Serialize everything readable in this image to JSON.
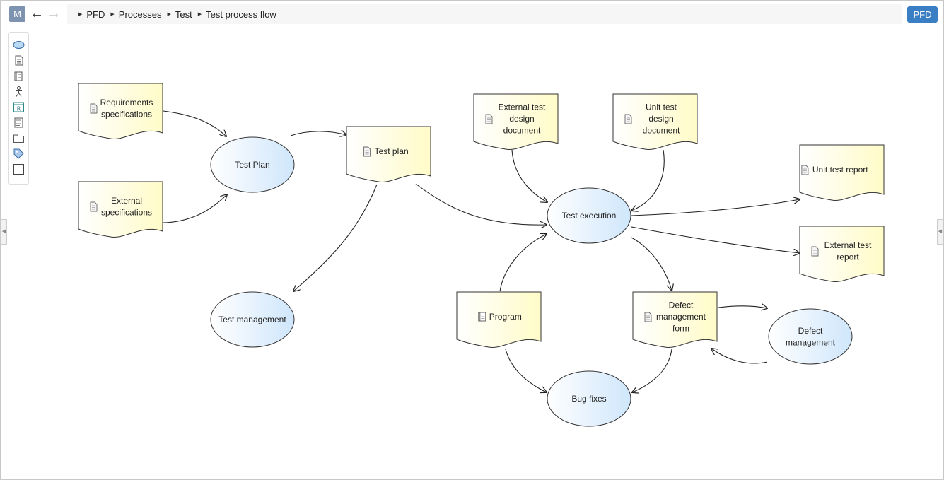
{
  "header": {
    "menu_button": "M",
    "back_icon": "arrow-left-icon",
    "forward_icon": "arrow-right-icon",
    "breadcrumbs": [
      "PFD",
      "Processes",
      "Test",
      "Test process flow"
    ],
    "mode_button": "PFD"
  },
  "palette": {
    "tools": [
      "process-ellipse-icon",
      "document-icon",
      "multi-document-icon",
      "actor-icon",
      "requirement-icon",
      "note-icon",
      "folder-icon",
      "tag-icon",
      "rectangle-icon"
    ]
  },
  "colors": {
    "process_fill": "#e0f0fc",
    "document_fill": "#fffed8",
    "accent": "#3a7fc3"
  },
  "diagram": {
    "processes": {
      "test_plan_process": [
        "Test Plan"
      ],
      "test_management": [
        "Test management"
      ],
      "test_execution": [
        "Test execution"
      ],
      "bug_fixes": [
        "Bug fixes"
      ],
      "defect_management": [
        "Defect",
        "management"
      ]
    },
    "documents": {
      "requirements_specs": [
        "Requirements",
        "specifications"
      ],
      "external_specs": [
        "External",
        "specifications"
      ],
      "test_plan_doc": [
        "Test plan"
      ],
      "ext_test_design": [
        "External test",
        "design",
        "document"
      ],
      "unit_test_design": [
        "Unit test",
        "design",
        "document"
      ],
      "unit_test_report": [
        "Unit test report"
      ],
      "ext_test_report": [
        "External test",
        "report"
      ],
      "program": [
        "Program"
      ],
      "defect_form": [
        "Defect",
        "management",
        "form"
      ]
    },
    "connections": [
      [
        "requirements_specs",
        "test_plan_process"
      ],
      [
        "external_specs",
        "test_plan_process"
      ],
      [
        "test_plan_process",
        "test_plan_doc"
      ],
      [
        "test_plan_doc",
        "test_management"
      ],
      [
        "test_plan_doc",
        "test_execution"
      ],
      [
        "ext_test_design",
        "test_execution"
      ],
      [
        "unit_test_design",
        "test_execution"
      ],
      [
        "test_execution",
        "unit_test_report"
      ],
      [
        "test_execution",
        "ext_test_report"
      ],
      [
        "program",
        "test_execution"
      ],
      [
        "test_execution",
        "defect_form"
      ],
      [
        "defect_form",
        "defect_management"
      ],
      [
        "defect_management",
        "defect_form"
      ],
      [
        "program",
        "bug_fixes"
      ],
      [
        "defect_form",
        "bug_fixes"
      ]
    ]
  }
}
